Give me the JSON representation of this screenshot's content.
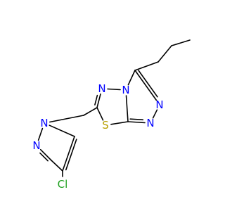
{
  "molecule": {
    "atoms": [
      {
        "id": "n_tz_top",
        "label": "N",
        "color": "#0000ff"
      },
      {
        "id": "n_tz_bridge",
        "label": "N",
        "color": "#0000ff"
      },
      {
        "id": "n_tr_right1",
        "label": "N",
        "color": "#0000ff"
      },
      {
        "id": "n_tr_right2",
        "label": "N",
        "color": "#0000ff"
      },
      {
        "id": "s_ring",
        "label": "S",
        "color": "#b8a000"
      },
      {
        "id": "n_pz_top",
        "label": "N",
        "color": "#0000ff"
      },
      {
        "id": "n_pz_attach",
        "label": "N",
        "color": "#0000ff"
      },
      {
        "id": "cl",
        "label": "Cl",
        "color": "#1fa01f"
      }
    ],
    "bond_color": "#000000"
  }
}
